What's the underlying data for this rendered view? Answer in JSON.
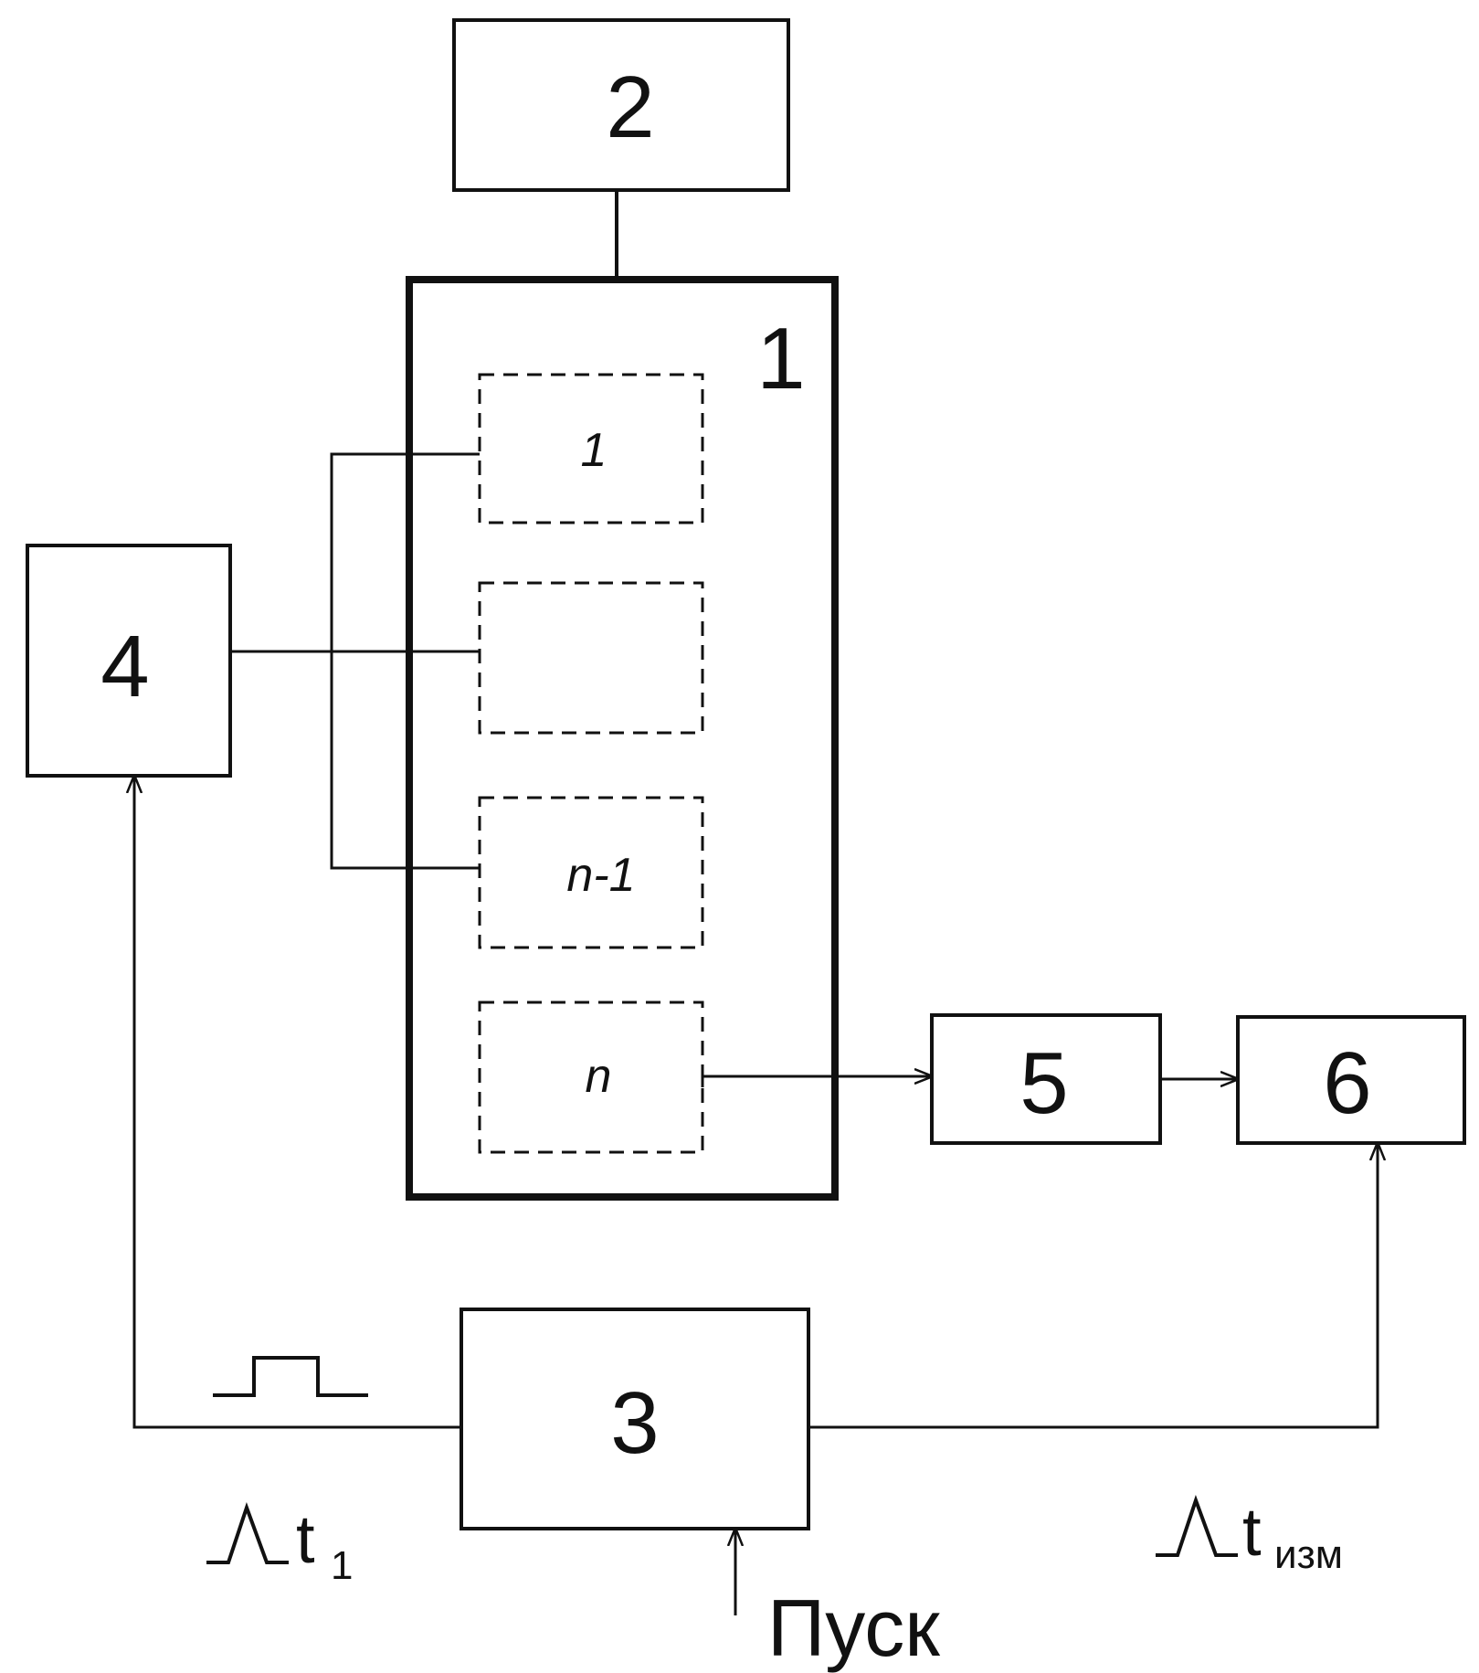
{
  "blocks": {
    "b1": "1",
    "b2": "2",
    "b3": "3",
    "b4": "4",
    "b5": "5",
    "b6": "6"
  },
  "cells": {
    "c1": "1",
    "c2": "",
    "c3": "n-1",
    "c4": "n"
  },
  "signals": {
    "dt1_main": "t",
    "dt1_sub": "1",
    "dtm_main": "t",
    "dtm_sub": "изм",
    "start": "Пуск"
  }
}
